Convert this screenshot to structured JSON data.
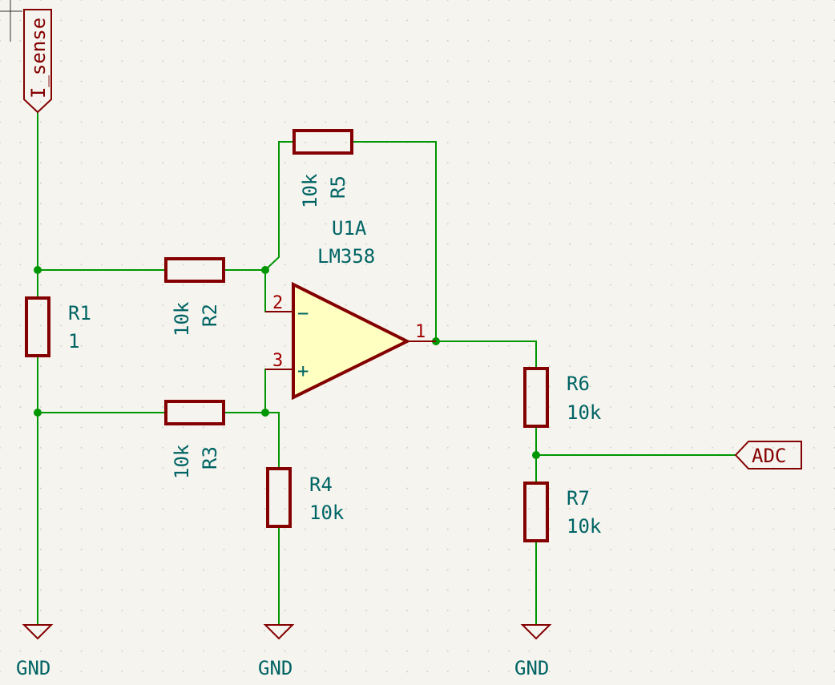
{
  "components": {
    "R1": {
      "ref": "R1",
      "value": "1"
    },
    "R2": {
      "ref": "R2",
      "value": "10k"
    },
    "R3": {
      "ref": "R3",
      "value": "10k"
    },
    "R4": {
      "ref": "R4",
      "value": "10k"
    },
    "R5": {
      "ref": "R5",
      "value": "10k"
    },
    "R6": {
      "ref": "R6",
      "value": "10k"
    },
    "R7": {
      "ref": "R7",
      "value": "10k"
    },
    "U1A": {
      "ref": "U1A",
      "value": "LM358",
      "pins": {
        "inverting": "2",
        "noninverting": "3",
        "output": "1"
      },
      "signs": {
        "minus": "−",
        "plus": "+"
      }
    }
  },
  "labels": {
    "i_sense": "I_sense",
    "adc": "ADC"
  },
  "power": {
    "gnd1": "GND",
    "gnd2": "GND",
    "gnd3": "GND"
  },
  "colors": {
    "wire": "#009600",
    "component": "#840000",
    "component_fill": "#ffffc2",
    "text": "#006464",
    "pin_number": "#a00000",
    "background": "#f5f4ef"
  }
}
